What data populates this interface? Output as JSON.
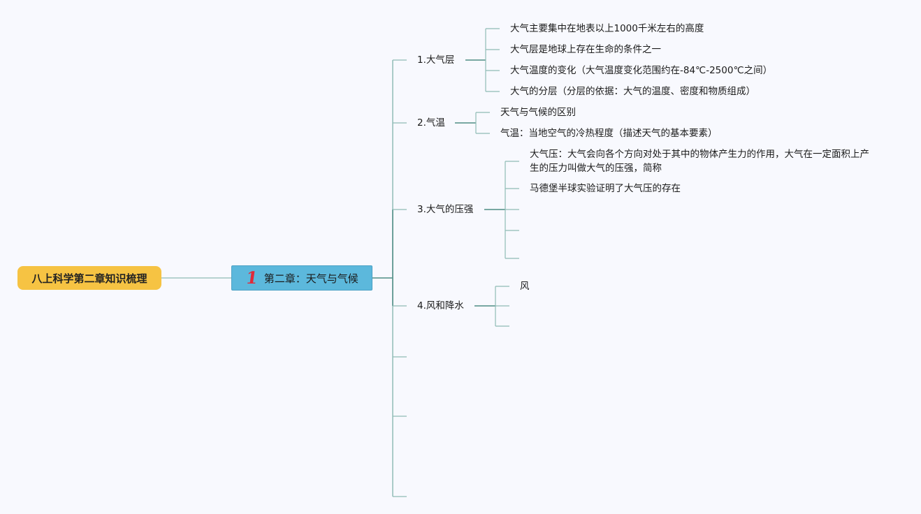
{
  "root": {
    "label": "八上科学第二章知识梳理"
  },
  "main_topic": {
    "marker": "1",
    "label": "第二章：天气与气候"
  },
  "topics": [
    {
      "label": "1.大气层",
      "children": [
        "大气主要集中在地表以上1000千米左右的高度",
        "大气层是地球上存在生命的条件之一",
        "大气温度的变化（大气温度变化范围约在-84℃-2500℃之间）",
        "大气的分层（分层的依据：大气的温度、密度和物质组成）"
      ]
    },
    {
      "label": "2.气温",
      "children": [
        "天气与气候的区别",
        "气温：当地空气的冷热程度（描述天气的基本要素）"
      ]
    },
    {
      "label": "3.大气的压强",
      "children": [
        "大气压：大气会向各个方向对处于其中的物体产生力的作用，大气在一定面积上产生的压力叫做大气的压强，简称",
        "马德堡半球实验证明了大气压的存在",
        "",
        "",
        ""
      ]
    },
    {
      "label": "4.风和降水",
      "children": [
        "风",
        "",
        ""
      ]
    },
    {
      "label": "",
      "children": []
    },
    {
      "label": "",
      "children": []
    },
    {
      "label": "",
      "children": []
    }
  ],
  "colors": {
    "root_fill": "#f6c343",
    "main_fill": "#5cb8dc",
    "marker": "#e02a3a",
    "connector": "#4e8d84",
    "connector_light": "#8fbcb5",
    "background": "#f8f9fe"
  }
}
